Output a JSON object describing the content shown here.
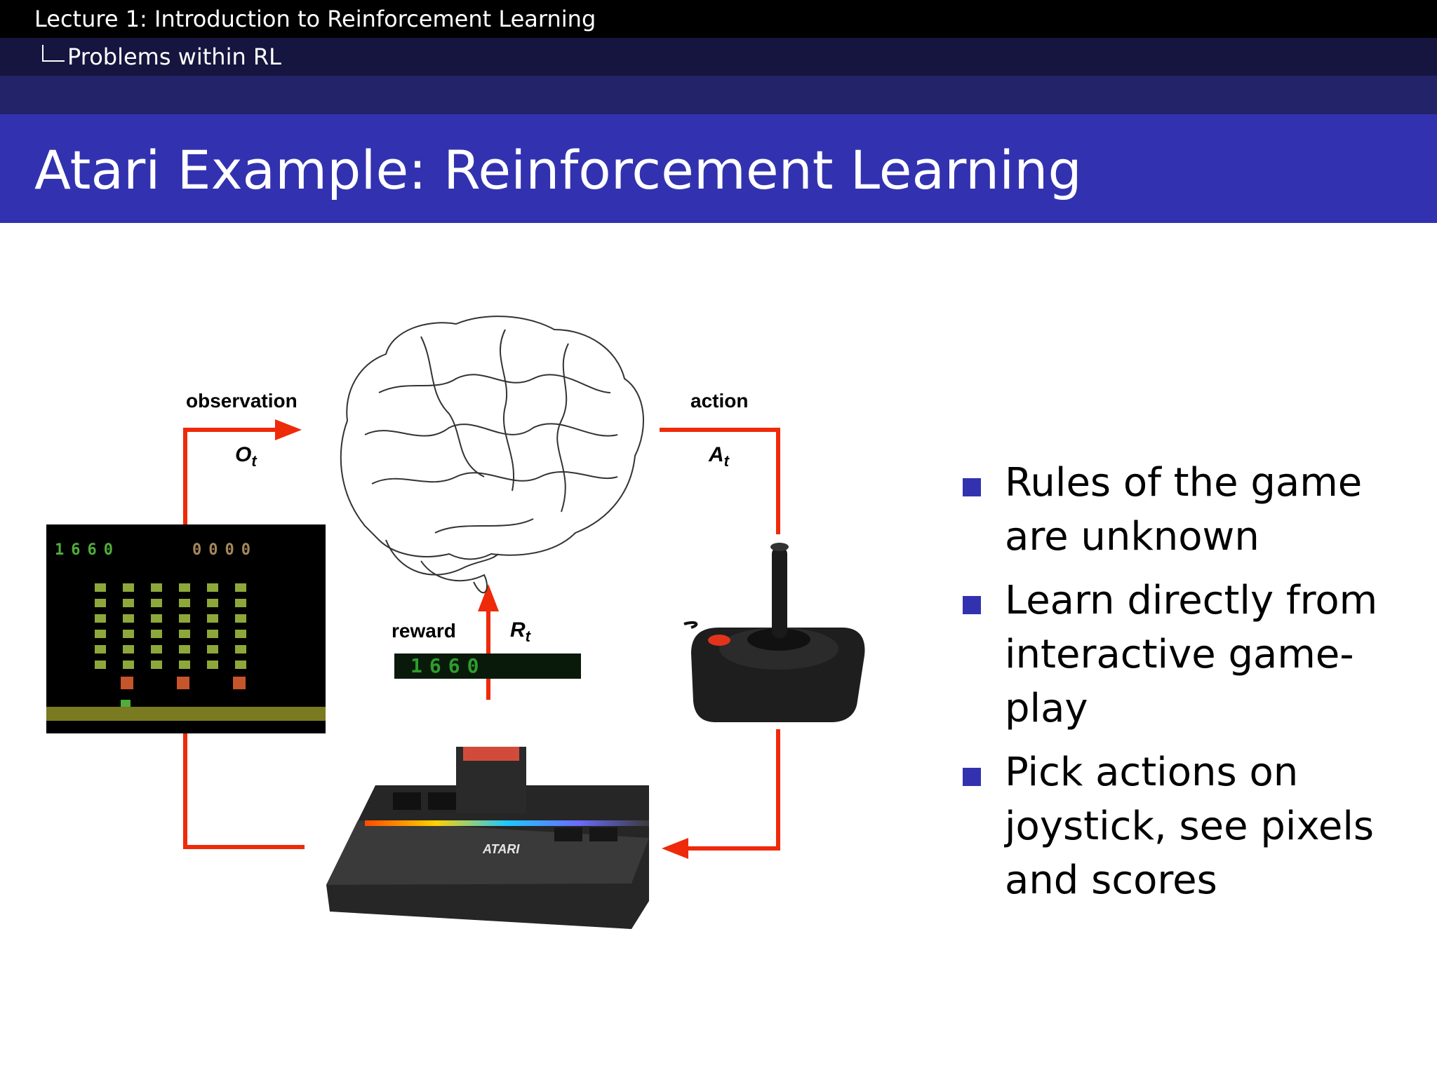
{
  "header": {
    "lecture": "Lecture 1: Introduction to Reinforcement Learning",
    "section": "Problems within RL"
  },
  "slide": {
    "title": "Atari Example: Reinforcement Learning"
  },
  "diagram": {
    "observation_label": "observation",
    "observation_symbol": "O",
    "observation_sub": "t",
    "action_label": "action",
    "action_symbol": "A",
    "action_sub": "t",
    "reward_label": "reward",
    "reward_symbol": "R",
    "reward_sub": "t",
    "game_score_left": "1660",
    "game_score_right": "0000",
    "reward_score": "1660",
    "console_brand": "ATARI",
    "arrow_color": "#ee2a0a"
  },
  "bullets": [
    "Rules of the game are unknown",
    "Learn directly from interactive game-play",
    "Pick actions on joystick, see pixels and scores"
  ]
}
